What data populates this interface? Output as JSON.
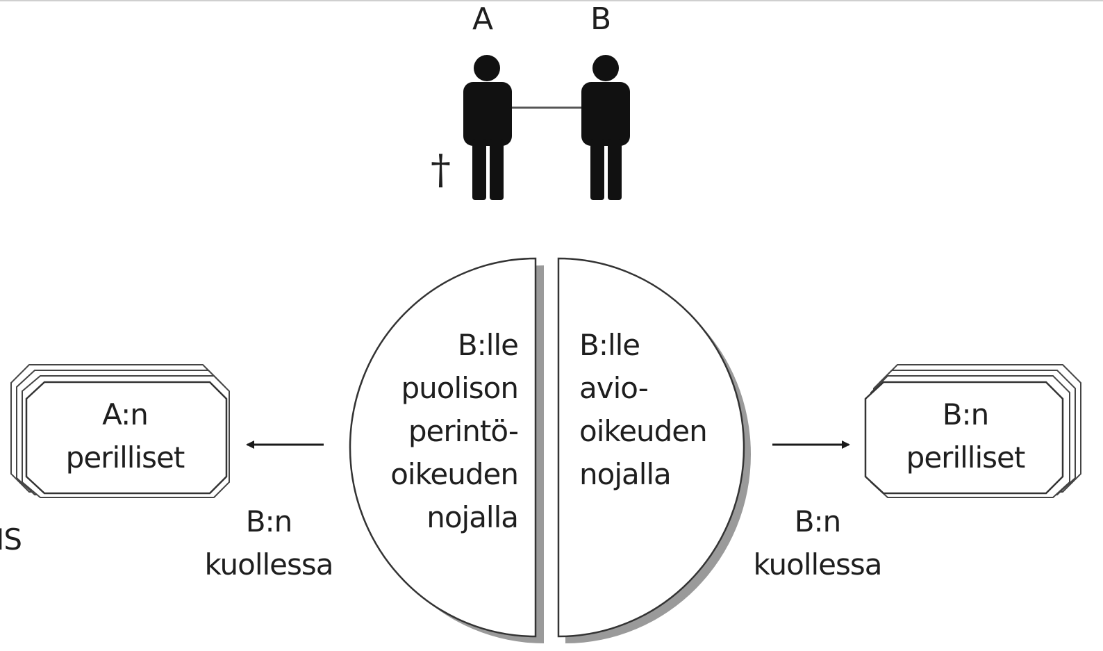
{
  "persons": {
    "a": {
      "label": "A"
    },
    "b": {
      "label": "B"
    },
    "deceased_symbol": "†"
  },
  "halves": {
    "left": {
      "text": "B:lle\npuolison\nperintö-\noikeuden\nnojalla"
    },
    "right": {
      "text": "B:lle\navio-\noikeuden\nnojalla"
    }
  },
  "heirs": {
    "left": {
      "text": "A:n\nperilliset"
    },
    "right": {
      "text": "B:n\nperilliset"
    }
  },
  "arrow_labels": {
    "left": {
      "text": "B:n\nkuollessa"
    },
    "right": {
      "text": "B:n\nkuollessa"
    }
  },
  "edge_fragment": "IS"
}
